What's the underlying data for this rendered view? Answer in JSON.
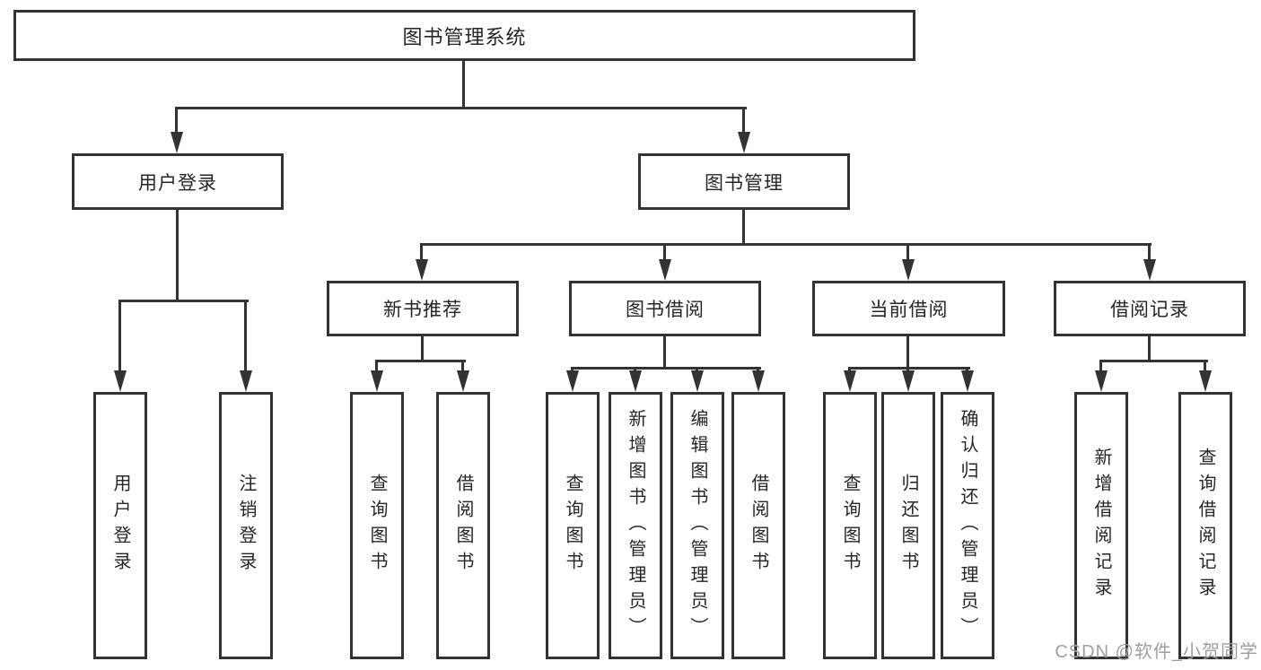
{
  "colors": {
    "line": "#333333",
    "box_border": "#333333",
    "box_fill": "#ffffff",
    "text": "#262626",
    "watermark": "#9ba0a6",
    "background": "#ffffff"
  },
  "tree": {
    "root": {
      "label": "图书管理系统"
    },
    "branches": [
      {
        "label": "用户登录",
        "children": [
          {
            "label": "用户登录"
          },
          {
            "label": "注销登录"
          }
        ]
      },
      {
        "label": "图书管理",
        "children": [
          {
            "label": "新书推荐",
            "children": [
              {
                "label": "查询图书"
              },
              {
                "label": "借阅图书"
              }
            ]
          },
          {
            "label": "图书借阅",
            "children": [
              {
                "label": "查询图书"
              },
              {
                "label": "新增图书（管理员）"
              },
              {
                "label": "编辑图书（管理员）"
              },
              {
                "label": "借阅图书"
              }
            ]
          },
          {
            "label": "当前借阅",
            "children": [
              {
                "label": "查询图书"
              },
              {
                "label": "归还图书"
              },
              {
                "label": "确认归还（管理员）"
              }
            ]
          },
          {
            "label": "借阅记录",
            "children": [
              {
                "label": "新增借阅记录"
              },
              {
                "label": "查询借阅记录"
              }
            ]
          }
        ]
      }
    ]
  },
  "watermark": {
    "text": "CSDN @软件_小贺同学"
  }
}
